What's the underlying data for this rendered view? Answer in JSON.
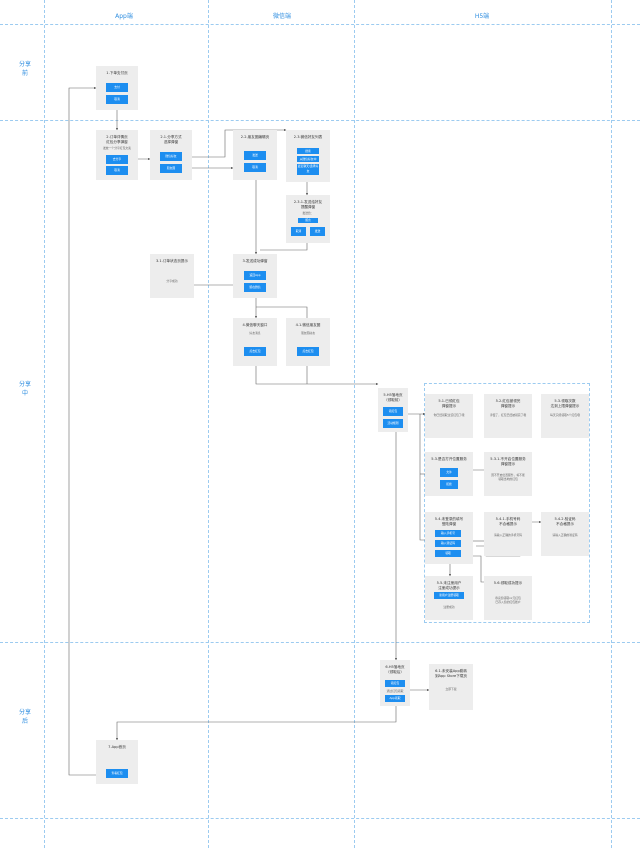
{
  "columns": {
    "app": "App端",
    "wechat": "微信端",
    "h5": "H5端"
  },
  "phases": {
    "before": "分享前",
    "during": "分享中",
    "after": "分享后"
  },
  "nodes": {
    "n1": {
      "title": "1.下单支付页",
      "buttons": [
        "支付",
        "取消"
      ]
    },
    "n2": {
      "title": "2.订单详情页\n红包分享弹窗",
      "note": "发放一个分享红包文案",
      "buttons": [
        "去分享",
        "取消"
      ]
    },
    "n21": {
      "title": "2.1.分享方式\n选择弹窗",
      "buttons": [
        "微信好友",
        "朋友圈"
      ]
    },
    "n22": {
      "title": "2.2.朋友圈编辑页",
      "buttons": [
        "发送",
        "取消"
      ]
    },
    "n23": {
      "title": "2.3.微信好友列表",
      "buttons": [
        "搜索",
        "从微信好友中",
        "最近聊天/选择好友"
      ]
    },
    "n231": {
      "title": "2.3.1.发送给好友\n提醒弹窗",
      "note": "发送给：",
      "buttons": [
        "留言",
        "取消",
        "发送"
      ]
    },
    "n31": {
      "title": "3.1.订单状态页提示",
      "note": "分享成功"
    },
    "n3": {
      "title": "3.发送成功弹窗",
      "buttons": [
        "返回App",
        "留在微信"
      ]
    },
    "n4": {
      "title": "4.微信聊天窗口",
      "note": "好友消息",
      "buttons": [
        "点击红包"
      ]
    },
    "n41": {
      "title": "4.1.微信朋友圈",
      "note": "朋友圈动态",
      "buttons": [
        "点击红包"
      ]
    },
    "n5": {
      "title": "5.H5落地页\n（领取前）",
      "buttons": [
        "领红包",
        "活动规则"
      ]
    },
    "n51": {
      "title": "5.1.已领红包\n弹窗提示",
      "note": "你已经领取过该红包了哦"
    },
    "n52": {
      "title": "5.2.红包被领完\n弹窗提示",
      "note": "手慢了，红包已经被领完了哦"
    },
    "n53": {
      "title": "5.3.领取次数\n达到上限弹窗提示",
      "note": "每天只能领取5个红包哦"
    },
    "n53b": {
      "title": "5.3.是否打开位置服务",
      "buttons": [
        "允许",
        "拒绝"
      ]
    },
    "n531": {
      "title": "5.3.1.不开启位置服务\n弹窗提示",
      "note": "因不开启位置服务，将不能\n领取当地的红包"
    },
    "n54": {
      "title": "5.4.未登录的填写\n登陆弹窗",
      "buttons": [
        "输入手机号",
        "输入验证码",
        "领取"
      ]
    },
    "n541": {
      "title": "5.4.1.手机号码\n不合格提示",
      "note": "请输入正确的手机号码"
    },
    "n542": {
      "title": "5.4.2.验证码\n不合格提示",
      "note": "请输入正确的验证码"
    },
    "n55": {
      "title": "5.5.未注册用户\n注册成功提示",
      "note": "注册成功",
      "buttons": [
        "新用户注册领取"
      ]
    },
    "n56": {
      "title": "5.6.领取成功提示",
      "note": "恭喜您领取xx元红包\n已存入您的红包账户"
    },
    "n6": {
      "title": "6.H5落地页\n（领取后）",
      "note": "通过红包领取",
      "buttons": [
        "领红包",
        "App领取"
      ]
    },
    "n61": {
      "title": "6.1.未安装App跳转\n到App Store下载页",
      "note": "立即下载"
    },
    "n7": {
      "title": "7.App首页",
      "buttons": [
        "查看红包"
      ]
    }
  }
}
